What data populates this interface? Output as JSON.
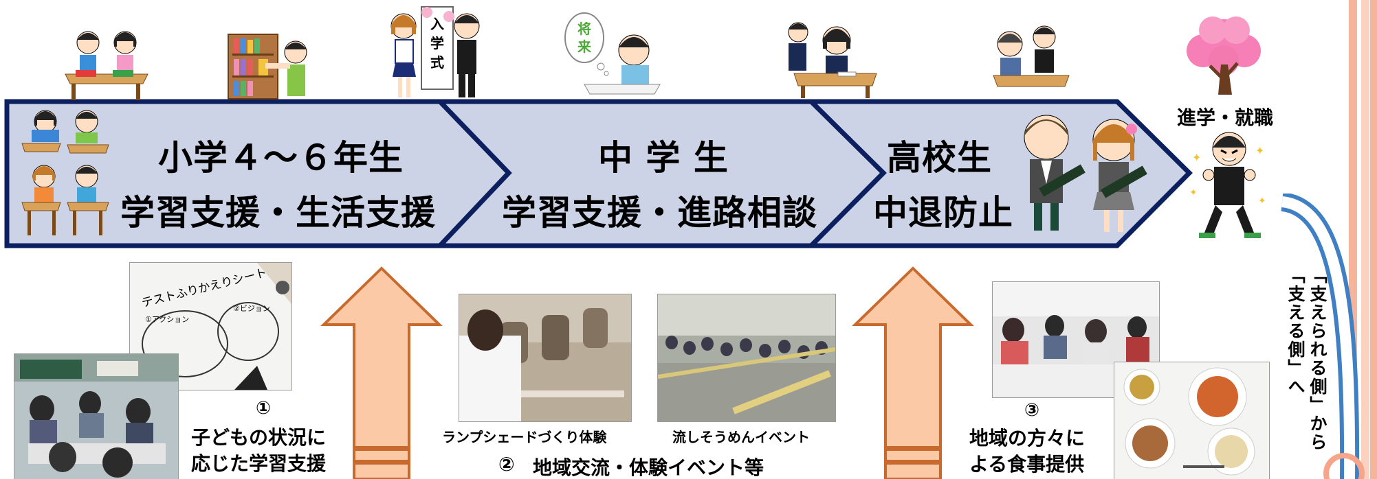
{
  "stages": [
    {
      "title": "小学４～６年生",
      "subtitle": "学習支援・生活支援"
    },
    {
      "title": "中 学 生",
      "subtitle": "学習支援・進路相談"
    },
    {
      "title": "高校生",
      "subtitle": "中退防止"
    }
  ],
  "goal": {
    "label": "進学・就職"
  },
  "side_text": [
    "「支えられる側」から",
    "「支える側」へ"
  ],
  "illustrations": {
    "school_sign": "入学式",
    "future_bubble": "将来"
  },
  "worksheet": {
    "title": "テストふりかえりシート",
    "field_action": "①アクション",
    "field_vision": "②ビジョン"
  },
  "activities": [
    {
      "number": "①",
      "lines": [
        "子どもの状況に",
        "応じた学習支援"
      ]
    },
    {
      "number": "②",
      "label": "地域交流・体験イベント等",
      "photo_captions": [
        "ランプシェードづくり体験",
        "流しそうめんイベント"
      ]
    },
    {
      "number": "③",
      "lines": [
        "地域の方々に",
        "よる食事提供"
      ]
    }
  ],
  "colors": {
    "chevron_fill": "#ccd3e6",
    "chevron_border": "#0c1f5e",
    "arrow_fill": "#fcc9a6",
    "arrow_border": "#c86a2e",
    "stripe": "#f6b49a",
    "curve": "#3f7fc4"
  }
}
